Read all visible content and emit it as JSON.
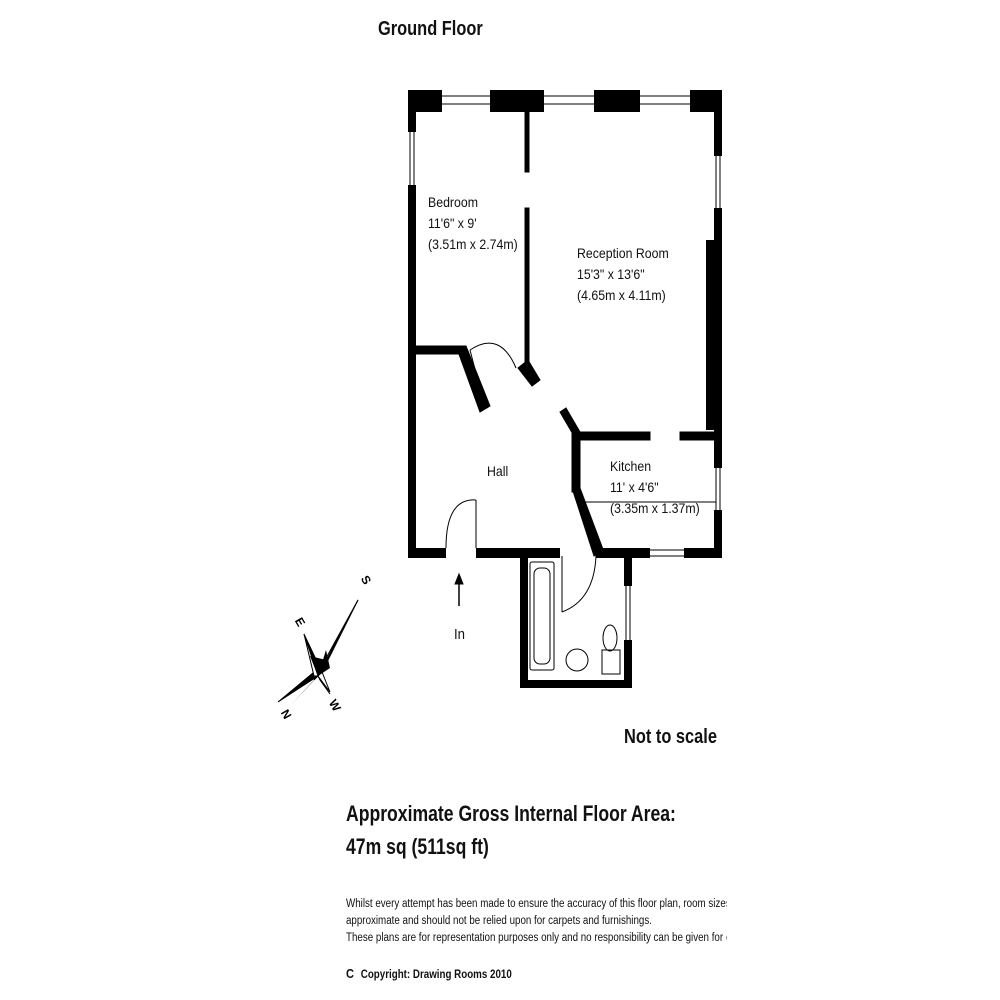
{
  "floor_title": "Ground Floor",
  "rooms": {
    "bedroom": {
      "name": "Bedroom",
      "imperial": "11'6\" x 9'",
      "metric": "(3.51m x 2.74m)"
    },
    "reception": {
      "name": "Reception Room",
      "imperial": "15'3\" x 13'6\"",
      "metric": "(4.65m x 4.11m)"
    },
    "kitchen": {
      "name": "Kitchen",
      "imperial": "11' x 4'6\"",
      "metric": "(3.35m x 1.37m)"
    },
    "hall": {
      "name": "Hall"
    }
  },
  "entrance_label": "In",
  "scale_note": "Not to scale",
  "area": {
    "line1": "Approximate Gross Internal Floor Area:",
    "line2": "47m sq (511sq ft)"
  },
  "disclaimer": {
    "line1": "Whilst every attempt has been made to ensure the accuracy of this floor plan, room sizes and me",
    "line2": "approximate and should not be relied upon for carpets and furnishings.",
    "line3": "These plans are for representation purposes only and no responsibility can be given for errors an"
  },
  "copyright": {
    "symbol": "C",
    "text": "Copyright: Drawing Rooms 2010"
  },
  "compass": {
    "n": "N",
    "s": "S",
    "e": "E",
    "w": "W"
  },
  "colors": {
    "wall": "#000000",
    "background": "#ffffff"
  }
}
